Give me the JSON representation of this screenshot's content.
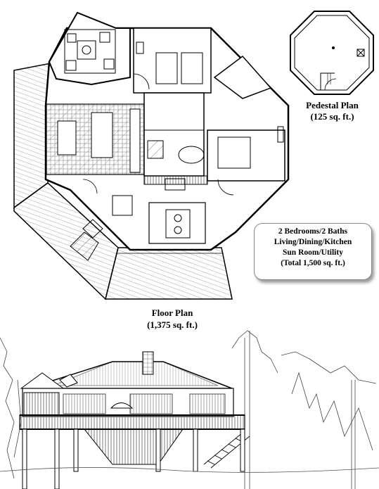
{
  "pedestal_plan": {
    "title": "Pedestal Plan",
    "area": "(125 sq. ft.)"
  },
  "floor_plan": {
    "title": "Floor Plan",
    "area": "(1,375 sq. ft.)"
  },
  "specs": [
    "2 Bedrooms/2 Baths",
    "Living/Dining/Kitchen",
    "Sun Room/Utility",
    "(Total 1,500 sq. ft.)"
  ]
}
